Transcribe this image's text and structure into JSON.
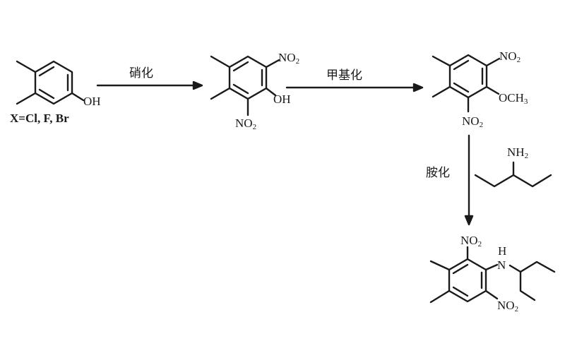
{
  "diagram": {
    "type": "reaction-scheme",
    "substituent_note": "X=Cl, F, Br",
    "steps": [
      {
        "label": "硝化",
        "from": "starting-phenol",
        "to": "dinitrophenol"
      },
      {
        "label": "甲基化",
        "from": "dinitrophenol",
        "to": "dinitroanisole"
      },
      {
        "label": "胺化",
        "from": "dinitroanisole",
        "to": "dinitroaniline-product",
        "reagent": "3-pentylamine"
      }
    ],
    "compounds": {
      "starting": {
        "groups": [
          "OH"
        ]
      },
      "dinitrophenol": {
        "groups": [
          "NO",
          "2",
          "OH",
          "NO",
          "2"
        ]
      },
      "anisole": {
        "groups": [
          "NO",
          "2",
          "OCH",
          "3",
          "NO",
          "2"
        ]
      },
      "amine": {
        "groups": [
          "NH",
          "2"
        ]
      },
      "product": {
        "groups": [
          "NO",
          "2",
          "H",
          "N",
          "NO",
          "2"
        ]
      }
    },
    "colors": {
      "ink": "#1a1a1a",
      "background": "#ffffff"
    }
  }
}
